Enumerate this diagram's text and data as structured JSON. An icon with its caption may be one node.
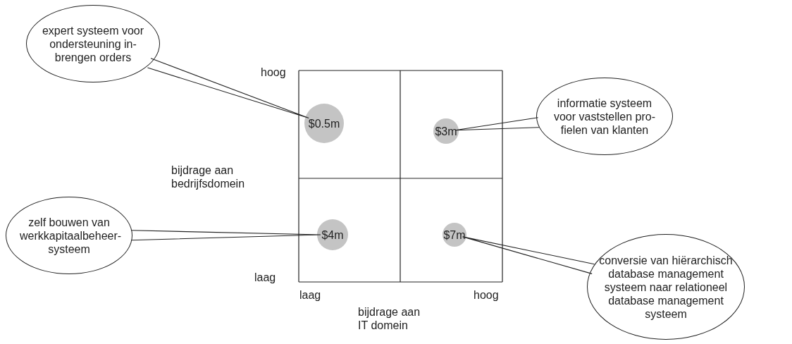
{
  "diagram": {
    "nodes": [
      {
        "text": [
          "expert systeem voor ondersteuning in- brengen orders"
        ]
      },
      {
        "text": [
          "$0.5m"
        ]
      },
      {
        "text": [
          "informatie systeem voor vaststellen pro- fielen van klanten"
        ]
      },
      {
        "text": [
          "$3m"
        ]
      },
      {
        "text": [
          "zelf bouwen van werkkapitaalbeheer- systeem"
        ]
      },
      {
        "text": [
          "$4m"
        ]
      },
      {
        "text": [
          "$7m"
        ]
      },
      {
        "text": [
          "conversie van hiërarchisch database management systeem naar relationeel database management systeem"
        ]
      }
    ],
    "edges": [
      {
        "from": 0,
        "to": 1,
        "arrow": "none"
      },
      {
        "from": 2,
        "to": 3,
        "arrow": "none"
      },
      {
        "from": 4,
        "to": 5,
        "arrow": "none"
      },
      {
        "from": 7,
        "to": 6,
        "arrow": "none"
      }
    ],
    "labels": [
      "hoog",
      "bijdrage aan bedrijfsdomein",
      "laag",
      "laag",
      "hoog",
      "bijdrage aan IT domein"
    ]
  }
}
